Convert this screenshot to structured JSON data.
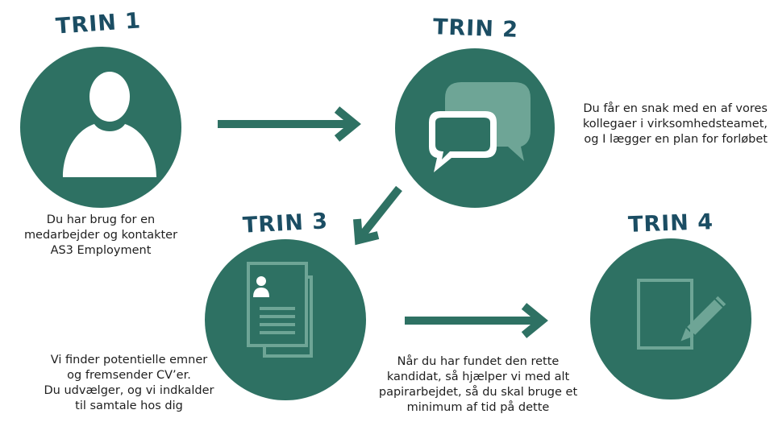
{
  "steps": [
    {
      "title": "TRIN 1",
      "icon": "person-icon",
      "description": "Du har brug for en\nmedarbejder og kontakter\nAS3 Employment"
    },
    {
      "title": "TRIN 2",
      "icon": "chat-bubbles-icon",
      "description": "Du får en snak med en af vores\nkollegaer i virksomhedsteamet,\nog I lægger en plan for forløbet"
    },
    {
      "title": "TRIN 3",
      "icon": "cv-documents-icon",
      "description": "Vi finder potentielle emner\nog fremsender CV’er.\nDu udvælger, og vi indkalder\ntil samtale hos dig"
    },
    {
      "title": "TRIN 4",
      "icon": "document-pencil-icon",
      "description": "Når du har fundet den rette\nkandidat, så hjælper vi med alt\npapirarbejdet, så du skal bruge et\nminimum af tid på dette"
    }
  ],
  "colors": {
    "circle": "#2e7163",
    "title": "#1b4d63",
    "icon_light": "#6ea596",
    "text": "#1f1f1f"
  }
}
